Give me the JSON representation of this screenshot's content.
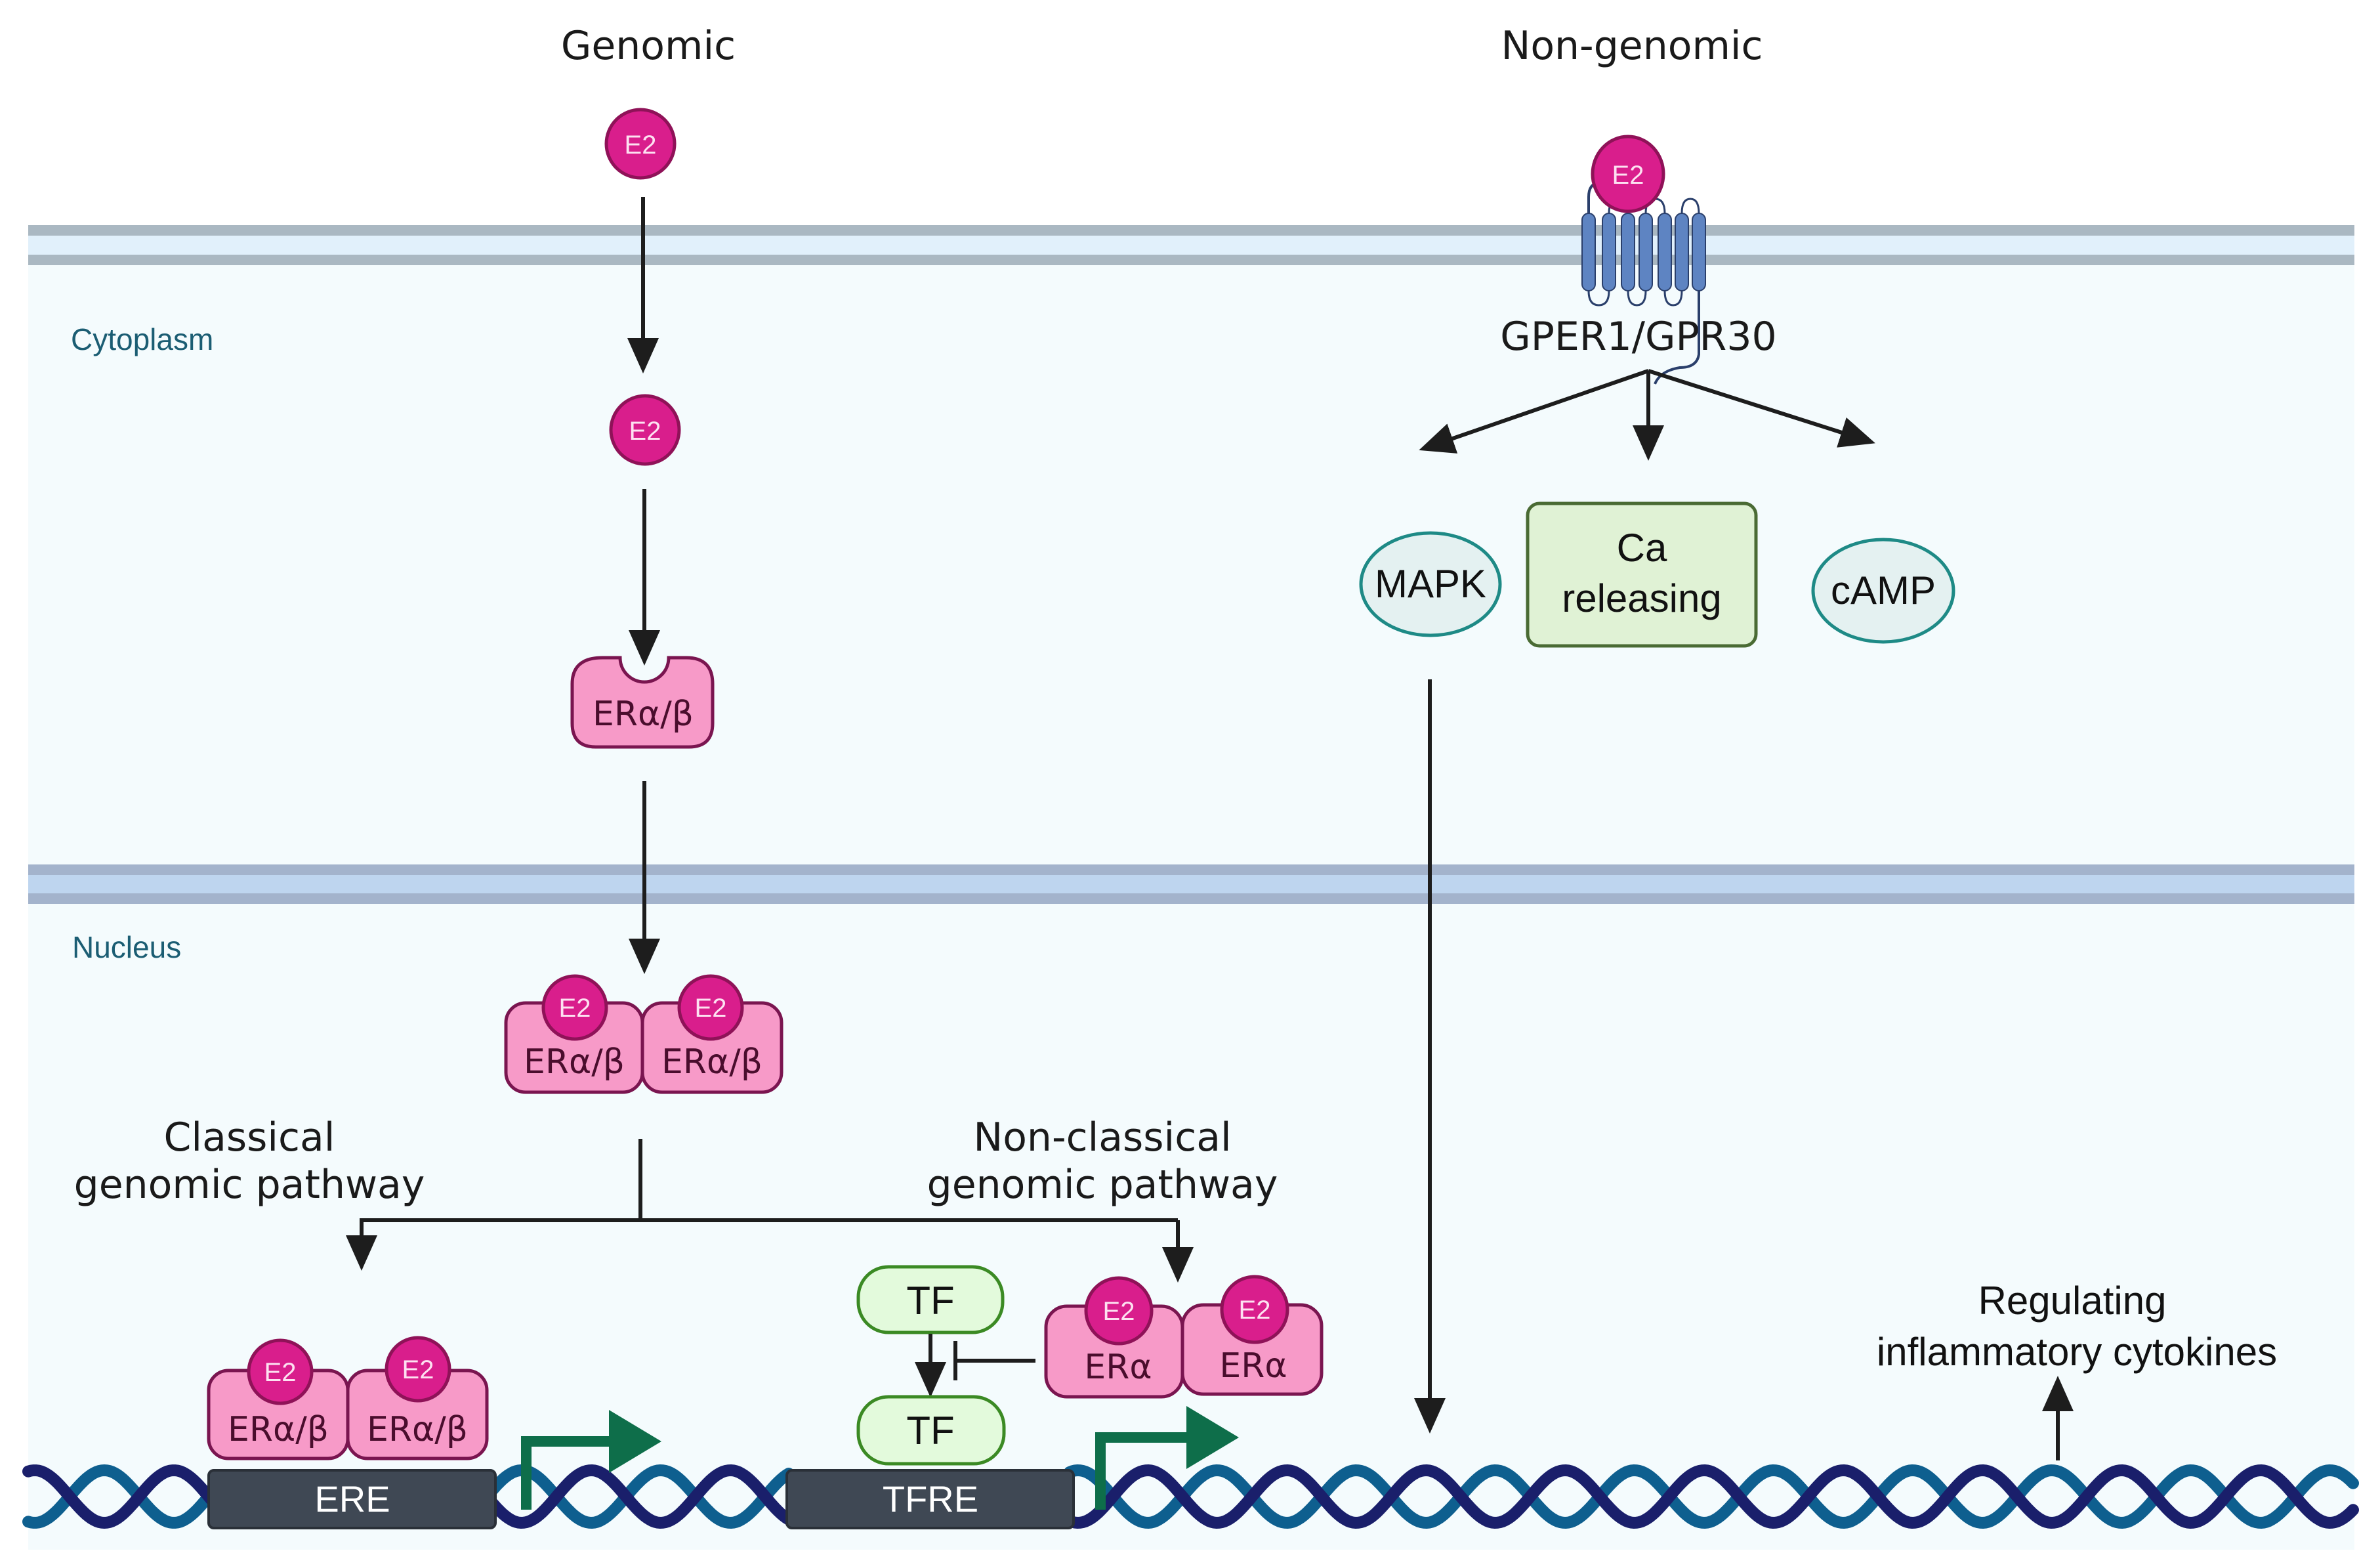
{
  "titles": {
    "genomic": "Genomic",
    "non_genomic": "Non-genomic"
  },
  "compartments": {
    "cytoplasm": "Cytoplasm",
    "nucleus": "Nucleus"
  },
  "ligand": {
    "label": "E2"
  },
  "receptors": {
    "er_ab": "ERα/β",
    "er_a": "ERα",
    "gper": "GPER1/GPR30"
  },
  "non_genomic_effectors": [
    {
      "id": "mapk",
      "label": "MAPK",
      "shape": "ellipse"
    },
    {
      "id": "ca",
      "label_line1": "Ca",
      "label_line2": "releasing",
      "shape": "rounded-box"
    },
    {
      "id": "camp",
      "label": "cAMP",
      "shape": "ellipse"
    }
  ],
  "pathways": {
    "classical_line1": "Classical",
    "classical_line2": "genomic pathway",
    "non_classical_line1": "Non-classical",
    "non_classical_line2": "genomic pathway"
  },
  "transcription_factor": {
    "label": "TF"
  },
  "response_elements": {
    "ere": "ERE",
    "tfre": "TFRE"
  },
  "outcome": {
    "line1": "Regulating",
    "line2": "inflammatory cytokines"
  },
  "colors": {
    "e2_fill": "#d91e8c",
    "e2_stroke": "#8f1258",
    "er_fill": "#f79ac8",
    "er_stroke": "#7a1550",
    "gper_fill": "#5e84c2",
    "gper_stroke": "#2a3f6b",
    "effector_fill": "#e4f1f1",
    "effector_stroke": "#1e8a86",
    "ca_fill": "#e0f2d5",
    "ca_stroke": "#4a6b34",
    "tf_fill": "#e3fadc",
    "tf_stroke": "#3b8a24",
    "gene_fill": "#3f4854",
    "promoter_arrow": "#0e6e4a",
    "dna_strand_a": "#1a1f6b",
    "dna_strand_b": "#0e5f8f",
    "plasma_membrane_outer": "#aab8c2",
    "plasma_membrane_inner": "#e1f0fb",
    "nuclear_membrane_outer": "#a3b3cc",
    "nuclear_membrane_inner": "#bed5ef",
    "cell_background": "#f4fbfd"
  }
}
